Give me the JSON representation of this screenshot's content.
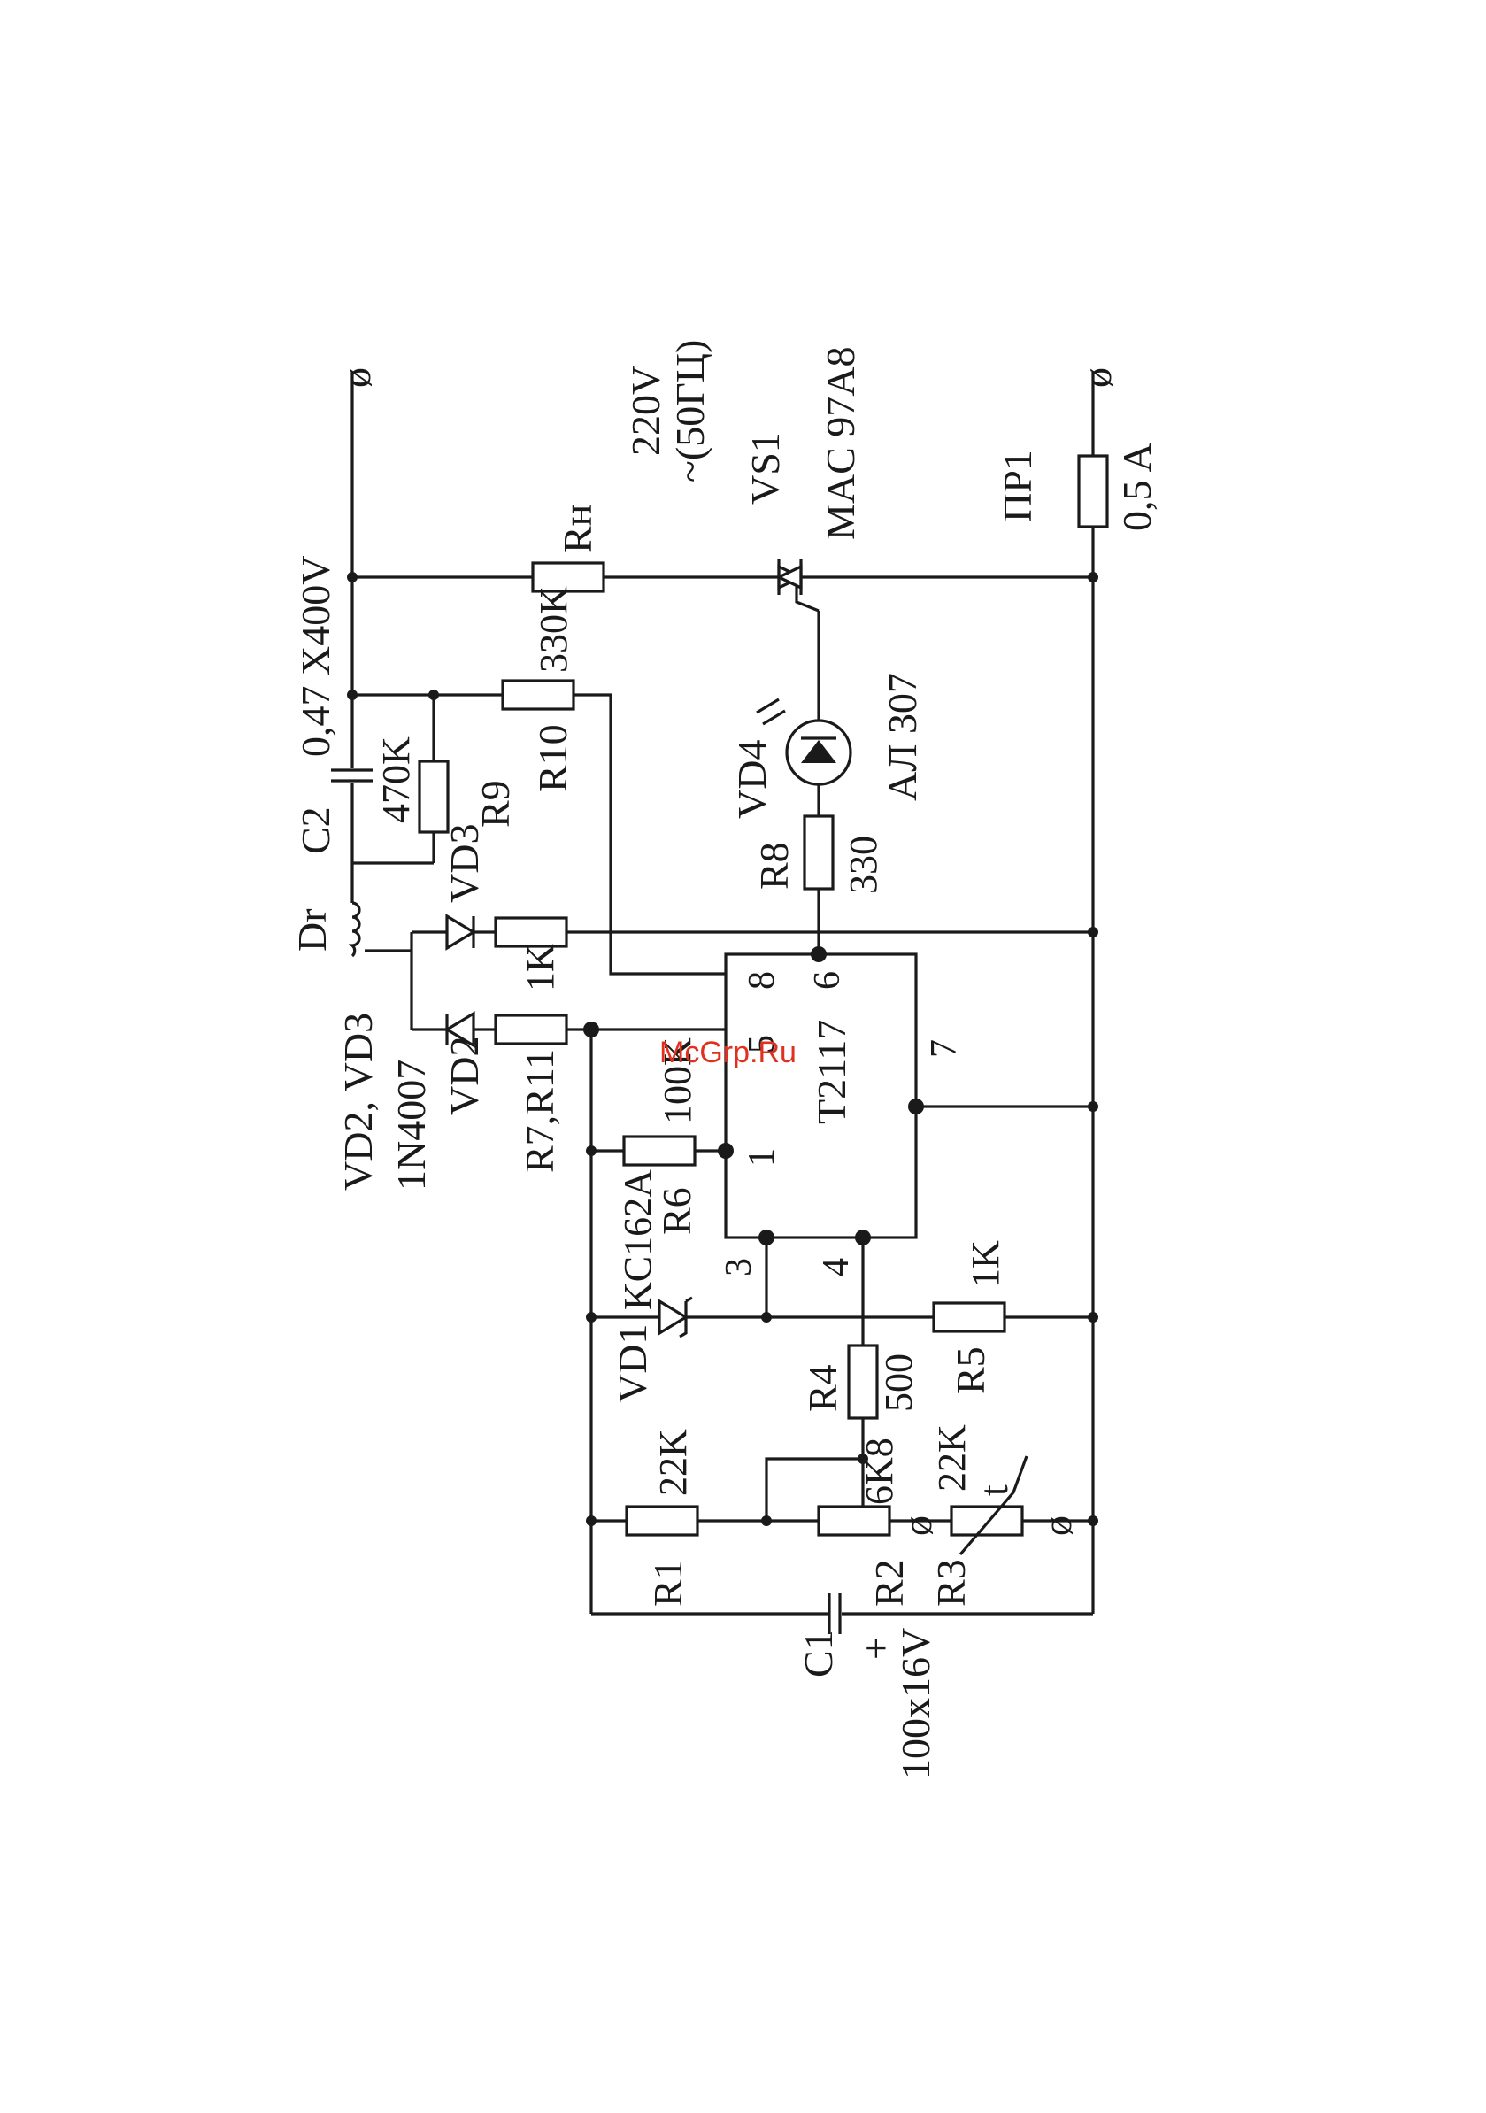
{
  "mains": {
    "voltage": "220V",
    "freq": "~(50ГЦ)"
  },
  "terminal_symbol": "ø",
  "watermark": "McGrp.Ru",
  "parts": {
    "C2": {
      "ref": "C2",
      "value": "0,47 X400V"
    },
    "R9": {
      "ref": "R9",
      "value": "470K"
    },
    "R10": {
      "ref": "R10",
      "value": "330K"
    },
    "Rn": {
      "ref": "Rн"
    },
    "VS1": {
      "ref": "VS1",
      "value": "MAC 97A8"
    },
    "PR1": {
      "ref": "ПР1",
      "value": "0,5 A"
    },
    "VD4": {
      "ref": "VD4",
      "value": "АЛ 307"
    },
    "R8": {
      "ref": "R8",
      "value": "330"
    },
    "Dr": {
      "ref": "Dr"
    },
    "VD3": {
      "ref": "VD3"
    },
    "VD2": {
      "ref": "VD2"
    },
    "diodes_note": {
      "line1": "VD2, VD3",
      "line2": "1N4007"
    },
    "R7R11": {
      "ref": "R7,R11",
      "value": "1K"
    },
    "U1": {
      "ref": "T2117",
      "pins": [
        "1",
        "3",
        "4",
        "5",
        "6",
        "7",
        "8"
      ]
    },
    "R6": {
      "ref": "R6",
      "value": "100K"
    },
    "VD1": {
      "ref": "VD1",
      "value": "KC162A"
    },
    "R5": {
      "ref": "R5",
      "value": "1K"
    },
    "R4": {
      "ref": "R4",
      "value": "500"
    },
    "R1": {
      "ref": "R1",
      "value": "22K"
    },
    "R2": {
      "ref": "R2",
      "value": "6K8"
    },
    "R3": {
      "ref": "R3",
      "value": "22K",
      "temp": "t"
    },
    "C1": {
      "ref": "C1",
      "value": "100x16V",
      "polarity": "+"
    }
  }
}
